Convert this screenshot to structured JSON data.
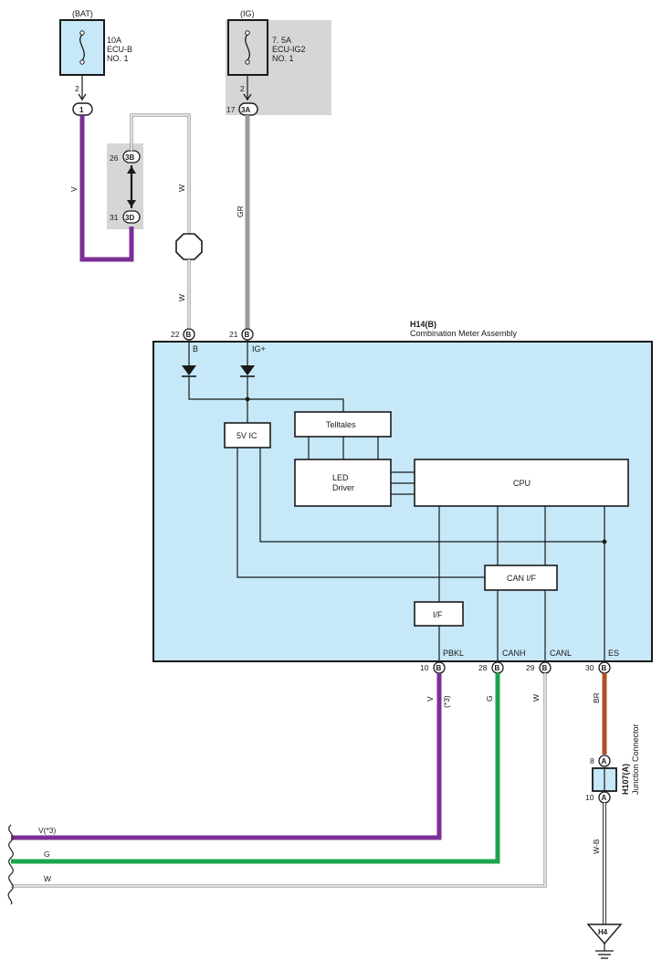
{
  "fuses": [
    {
      "supply": "(BAT)",
      "rating": "10A",
      "name": "ECU-B",
      "no": "NO. 1",
      "in_pin": "2",
      "conn_pin": "1"
    },
    {
      "supply": "(IG)",
      "rating": "7. 5A",
      "name": "ECU-IG2",
      "no": "NO. 1",
      "in_pin": "2",
      "conn_pin_no": "17",
      "conn_pin": "3A"
    }
  ],
  "splice": {
    "top_no": "26",
    "top": "3B",
    "bottom_no": "31",
    "bottom": "3D"
  },
  "wires": {
    "w1": "V",
    "w2": "W",
    "w3": "W",
    "w4": "GR",
    "pbkl": "V",
    "pbkl_note": "(*3)",
    "canh": "G",
    "canl": "W",
    "es": "BR",
    "jc_out": "W-B"
  },
  "colors": {
    "violet": "#7b2f96",
    "green": "#1aa44c",
    "gray": "#9a9a9a",
    "brown": "#a8522a",
    "box_fill": "#c6e8f8",
    "fuse_fill": "#c6e8f8",
    "shade": "#d6d6d6"
  },
  "meter": {
    "id": "H14(B)",
    "name": "Combination Meter Assembly",
    "pin_b_no": "22",
    "pin_b_letter": "B",
    "pin_b_label": "B",
    "pin_ig_no": "21",
    "pin_ig_letter": "B",
    "pin_ig_label": "IG+",
    "ic": "5V IC",
    "telltales": "Telltales",
    "led1": "LED",
    "led2": "Driver",
    "cpu": "CPU",
    "canif": "CAN I/F",
    "if": "I/F",
    "bottom_pins": [
      {
        "no": "10",
        "letter": "B",
        "label": "PBKL"
      },
      {
        "no": "28",
        "letter": "B",
        "label": "CANH"
      },
      {
        "no": "29",
        "letter": "B",
        "label": "CANL"
      },
      {
        "no": "30",
        "letter": "B",
        "label": "ES"
      }
    ]
  },
  "junction": {
    "id": "H107(A)",
    "name": "Junction Connector",
    "top_no": "8",
    "top": "A",
    "bottom_no": "10",
    "bottom": "A"
  },
  "ground": "H4",
  "outputs": [
    {
      "label": "V(*3)"
    },
    {
      "label": "G"
    },
    {
      "label": "W"
    }
  ]
}
